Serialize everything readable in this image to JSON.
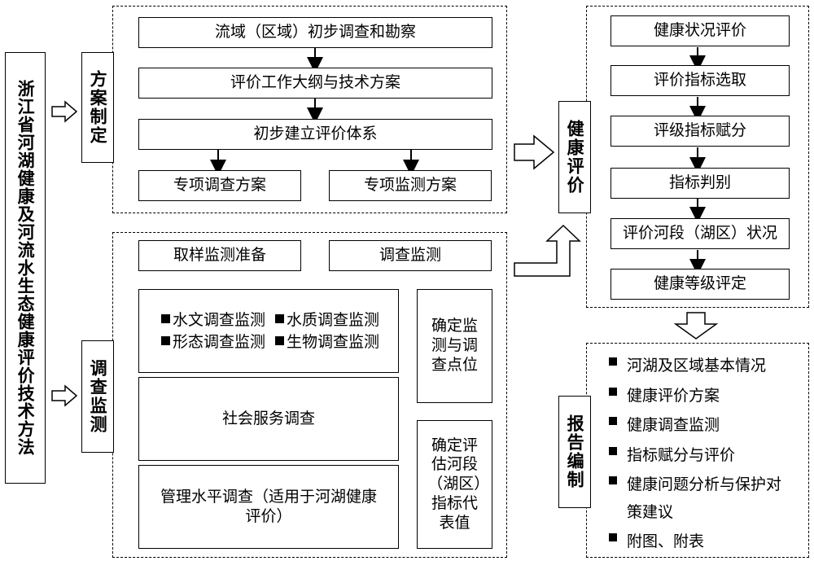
{
  "main_title": "浙江省河湖健康及河流水生态健康评价技术方法",
  "sections": {
    "plan": {
      "label": "方案制定",
      "steps": [
        "流域（区域）初步调查和勘察",
        "评价工作大纲与技术方案",
        "初步建立评价体系"
      ],
      "sub_plans": [
        "专项调查方案",
        "专项监测方案"
      ]
    },
    "survey": {
      "label": "调查监测",
      "top": [
        "取样监测准备",
        "调查监测"
      ],
      "monitoring_items": [
        "水文调查监测",
        "水质调查监测",
        "形态调查监测",
        "生物调查监测"
      ],
      "social": "社会服务调查",
      "management": "管理水平调查（适用于河湖健康评价）",
      "side_boxes": [
        "确定监测与调查点位",
        "确定评估河段（湖区）指标代表值"
      ]
    },
    "evaluation": {
      "label": "健康评价",
      "steps": [
        "健康状况评价",
        "评价指标选取",
        "评级指标赋分",
        "指标判别",
        "评价河段（湖区）状况",
        "健康等级评定"
      ]
    },
    "report": {
      "label": "报告编制",
      "items": [
        "河湖及区域基本情况",
        "健康评价方案",
        "健康调查监测",
        "指标赋分与评价",
        "健康问题分析与保护对策建议",
        "附图、附表"
      ]
    }
  }
}
